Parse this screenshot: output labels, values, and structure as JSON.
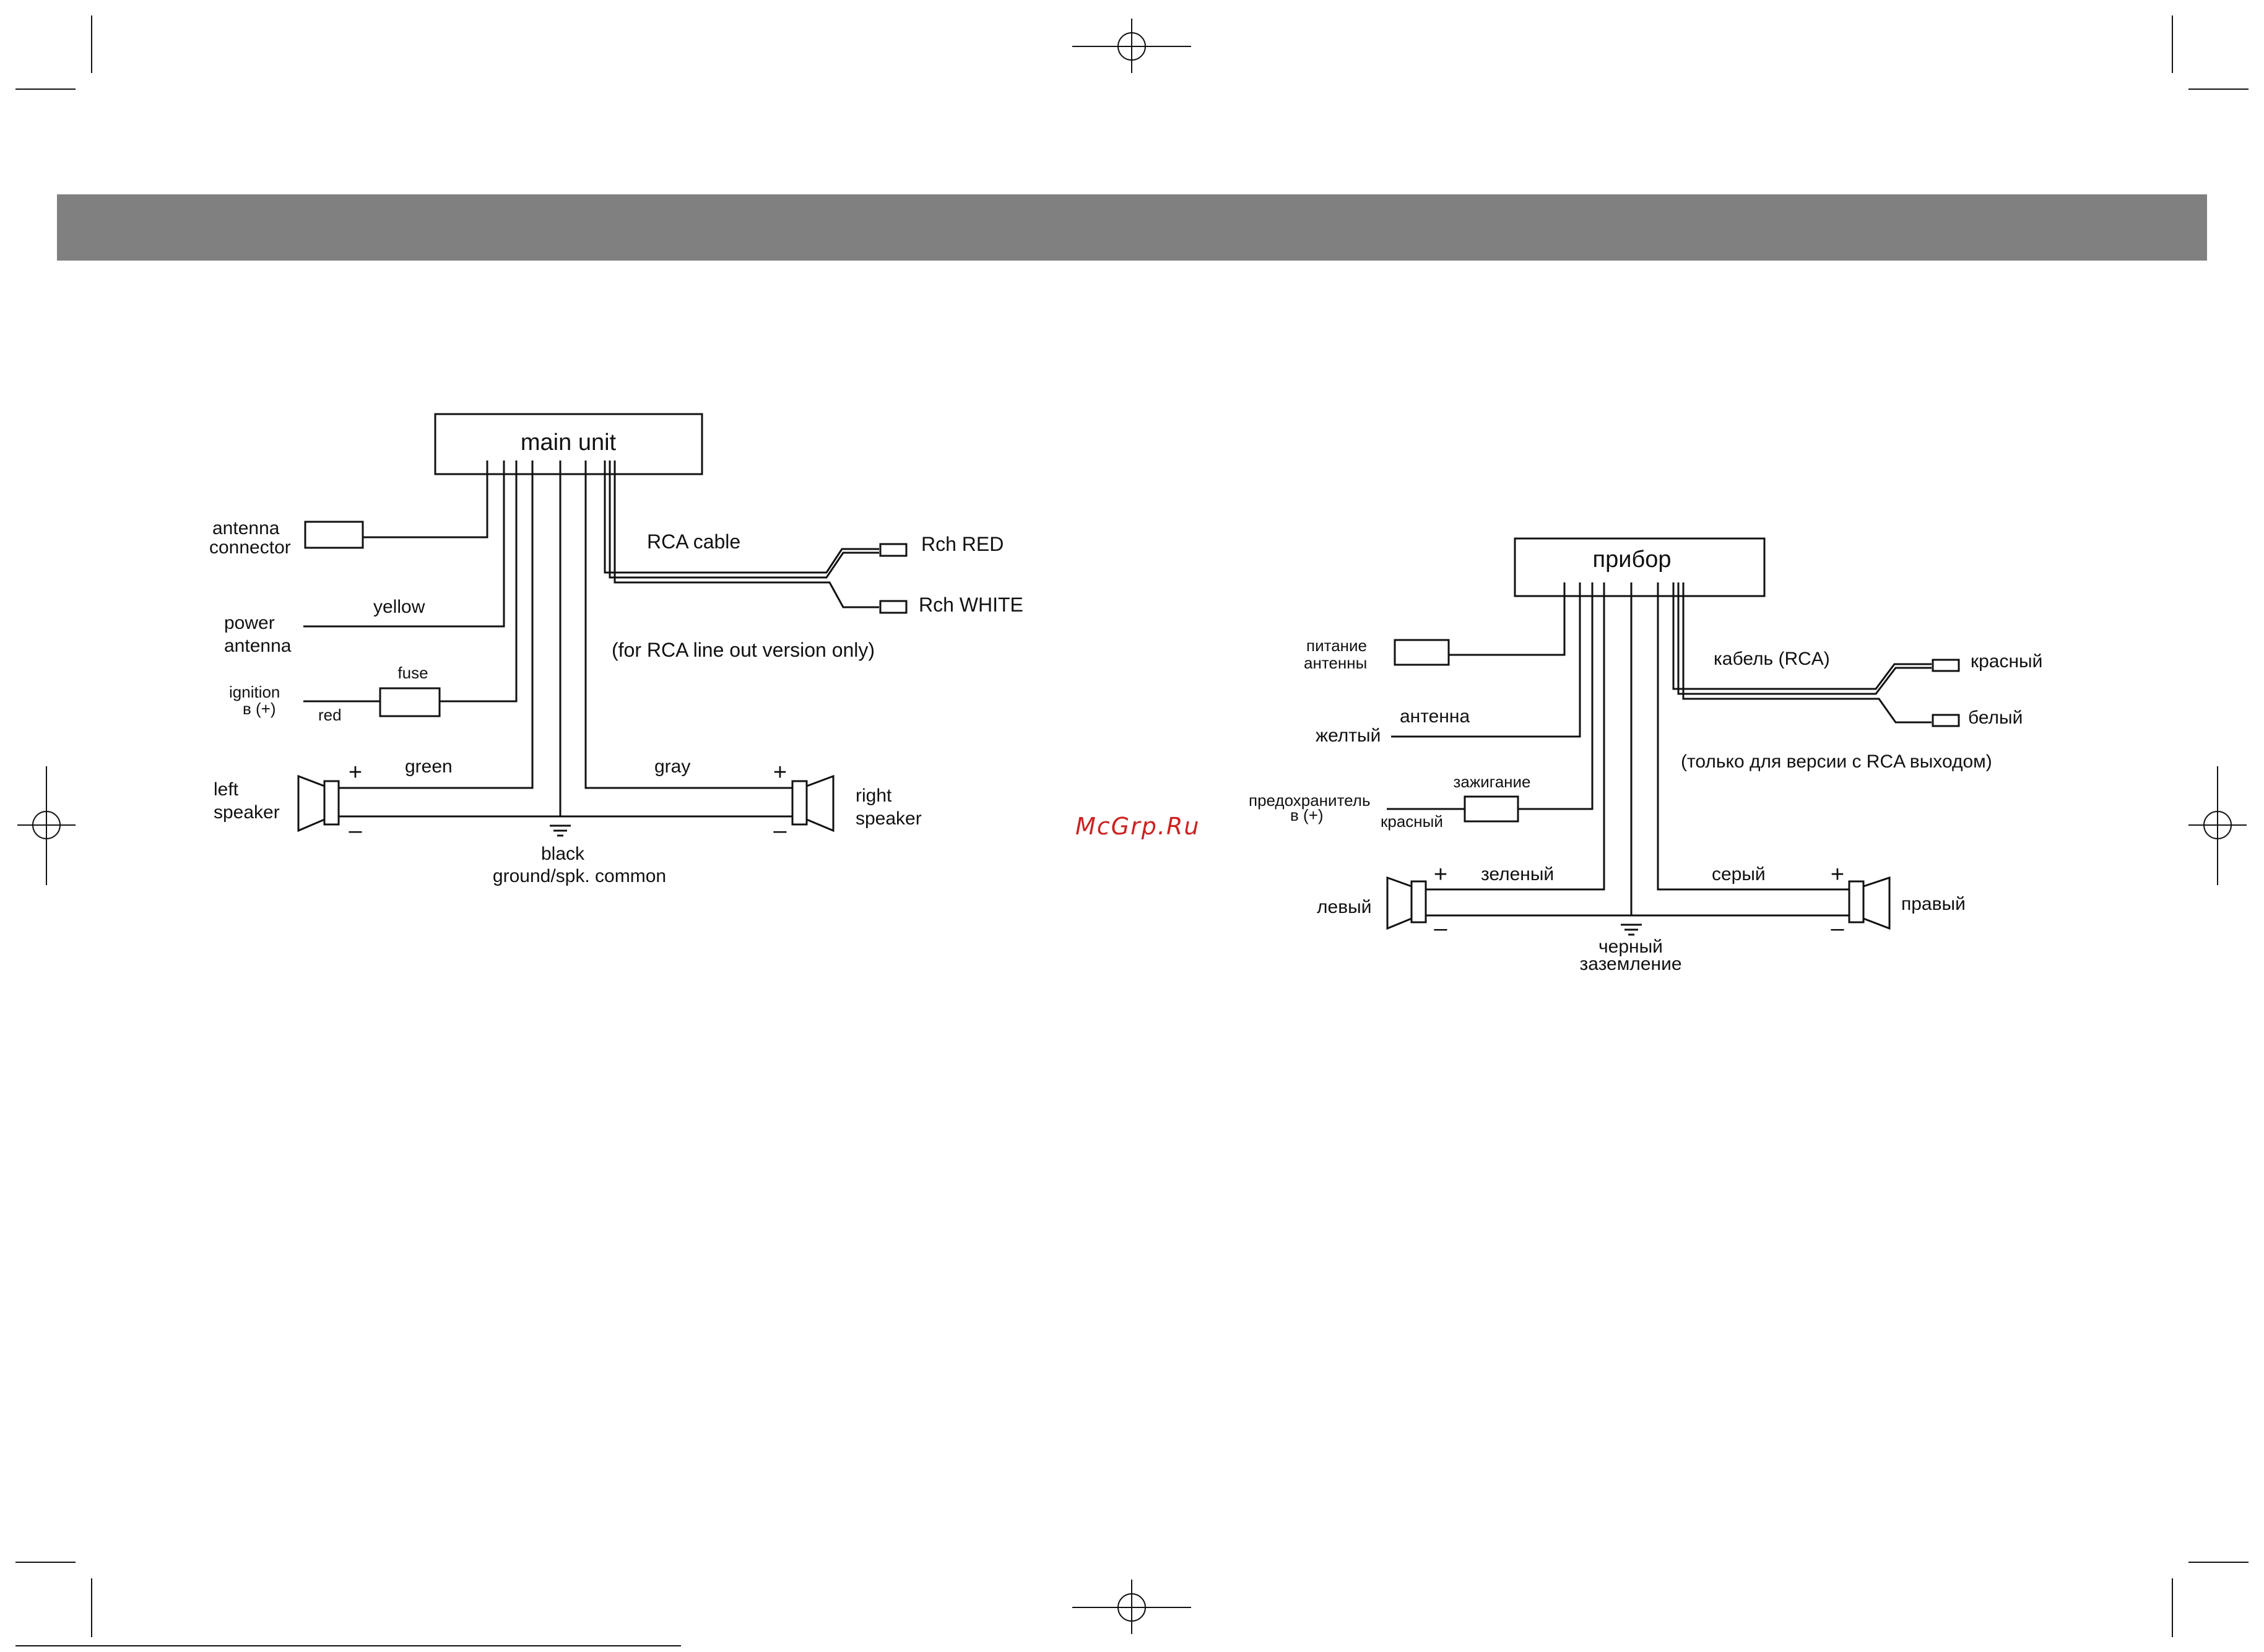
{
  "colors": {
    "header_band": "#808080",
    "watermark": "#cc2222",
    "ink": "#111111"
  },
  "watermark": "McGrp.Ru",
  "english_diagram": {
    "unit_label": "main unit",
    "antenna_connector": [
      "antenna",
      "connector"
    ],
    "power_antenna": [
      "power",
      "antenna"
    ],
    "yellow": "yellow",
    "ignition": [
      "ignition",
      "в (+)"
    ],
    "fuse": "fuse",
    "red": "red",
    "rca_cable": "RCA cable",
    "rch_red": "Rch RED",
    "rch_white": "Rch WHITE",
    "rca_note": "(for RCA line out version only)",
    "green": "green",
    "gray": "gray",
    "left_speaker": [
      "left",
      "speaker"
    ],
    "right_speaker": [
      "right",
      "speaker"
    ],
    "black": "black",
    "ground_common": "ground/spk. common",
    "plus": "+",
    "minus": "–"
  },
  "russian_diagram": {
    "unit_label": "прибор",
    "antenna_power": [
      "питание",
      "антенны"
    ],
    "antenna": "антенна",
    "yellow": "желтый",
    "ignition": "зажигание",
    "fuse": [
      "предохранитель",
      "в (+)"
    ],
    "red": "красный",
    "rca_cable": "кабель (RCA)",
    "rch_red": "красный",
    "rch_white": "белый",
    "rca_note": "(только для версии с RCA выходом)",
    "green": "зеленый",
    "gray": "серый",
    "left_speaker": "левый",
    "right_speaker": "правый",
    "black": "черный",
    "ground": "заземление",
    "plus": "+",
    "minus": "–"
  }
}
